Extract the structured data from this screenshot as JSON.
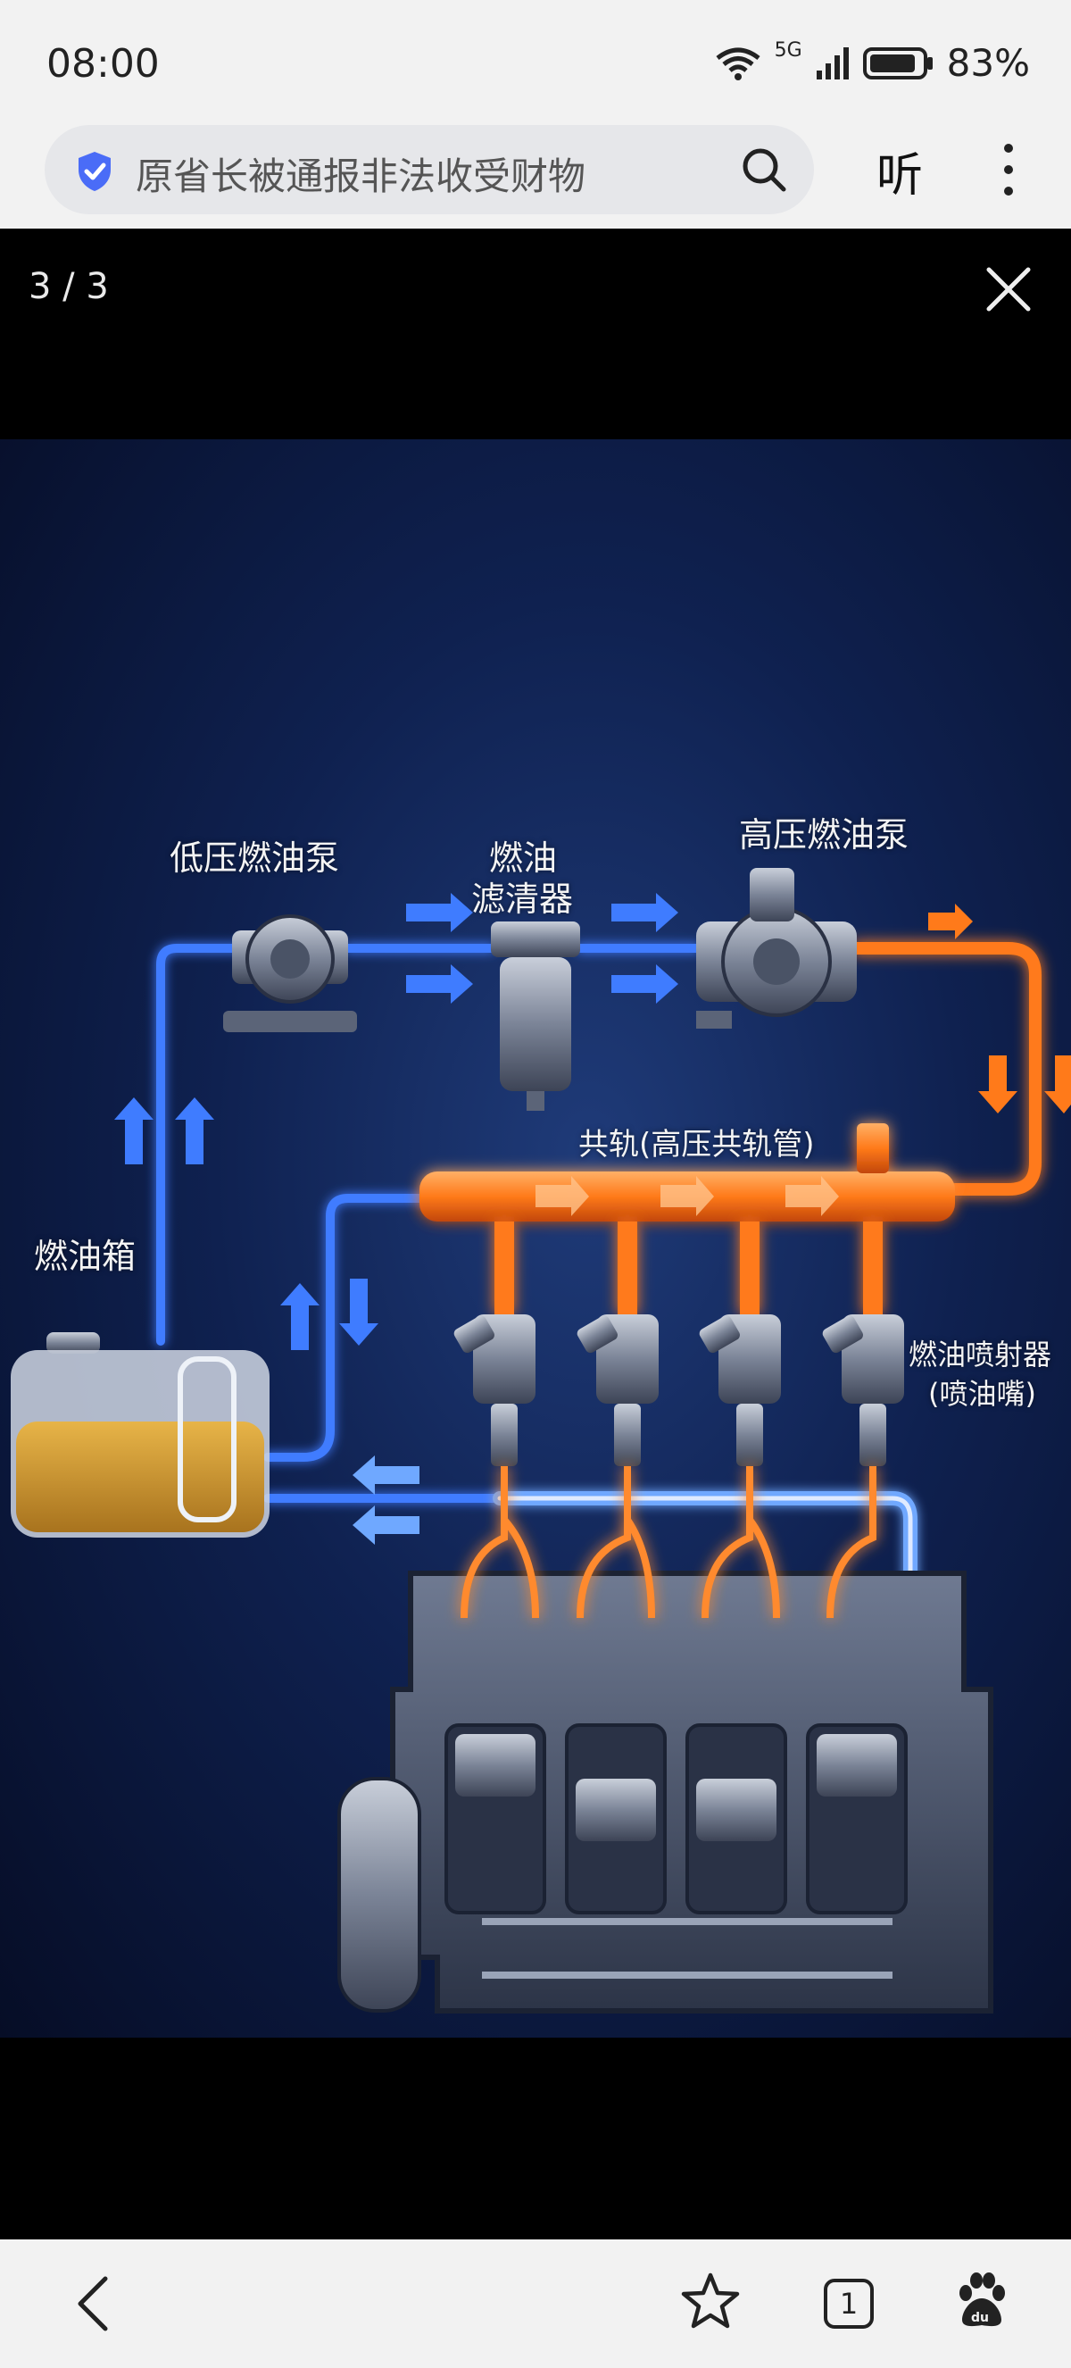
{
  "status": {
    "time": "08:00",
    "network": "5G",
    "battery": "83%"
  },
  "search": {
    "query": "原省长被通报非法收受财物"
  },
  "toolbar": {
    "listen_label": "听"
  },
  "viewer": {
    "counter": "3 / 3"
  },
  "diagram": {
    "labels": {
      "low_pressure_pump": "低压燃油泵",
      "filter_line1": "燃油",
      "filter_line2": "滤清器",
      "high_pressure_pump": "高压燃油泵",
      "common_rail": "共轨(高压共轨管)",
      "fuel_tank": "燃油箱",
      "injector_line1": "燃油喷射器",
      "injector_line2": "(喷油嘴)"
    },
    "colors": {
      "low_pressure": "#3f7cff",
      "high_pressure": "#ff7a1a",
      "fuel": "#d9a02e"
    }
  },
  "bottom_nav": {
    "tab_count": "1"
  }
}
